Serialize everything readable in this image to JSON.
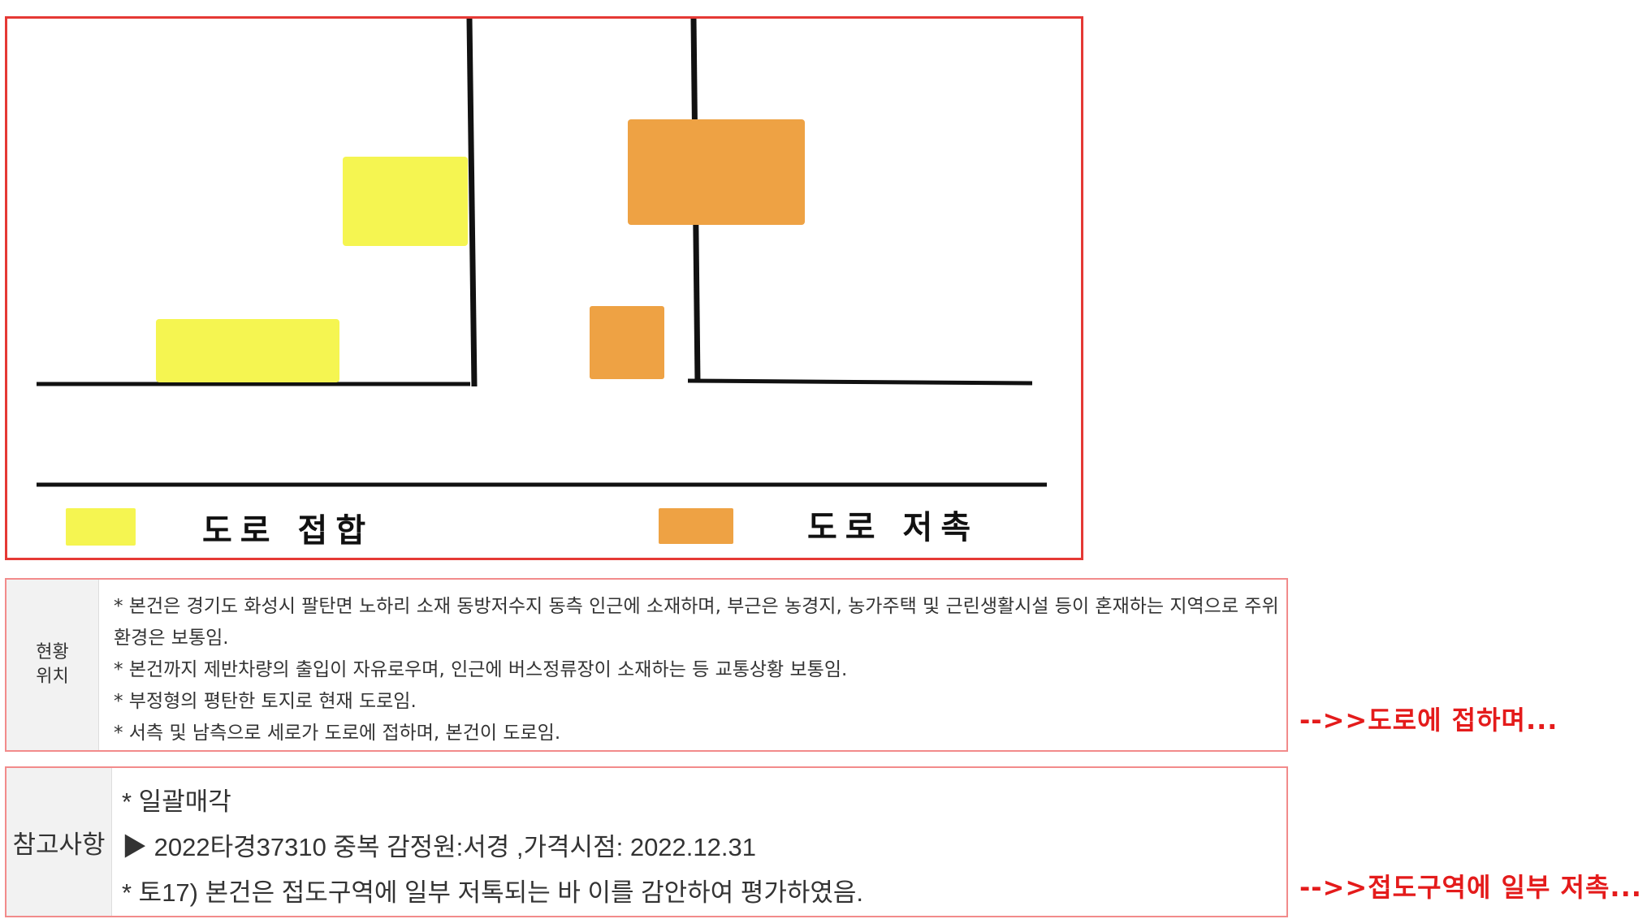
{
  "diagram": {
    "legend": [
      {
        "label": "도로 접합",
        "color": "#f5f551"
      },
      {
        "label": "도로 저촉",
        "color": "#eea244"
      }
    ],
    "line_color": "#111111",
    "frame_color": "#e53935"
  },
  "status_section": {
    "header_line1": "현황",
    "header_line2": "위치",
    "lines": [
      "* 본건은 경기도 화성시 팔탄면 노하리 소재 동방저수지 동측 인근에 소재하며, 부근은 농경지, 농가주택 및 근린생활시설 등이 혼재하는 지역으로 주위",
      "환경은 보통임.",
      "* 본건까지 제반차량의 출입이 자유로우며, 인근에 버스정류장이 소재하는 등 교통상황 보통임.",
      "* 부정형의 평탄한 토지로 현재 도로임.",
      "* 서측 및 남측으로 세로가 도로에 접하며, 본건이 도로임."
    ]
  },
  "notes_section": {
    "header": "참고사항",
    "lines": [
      "* 일괄매각",
      "▶ 2022타경37310 중복 감정원:서경 ,가격시점: 2022.12.31",
      "* 토17) 본건은 접도구역에 일부 저톡되는 바 이를 감안하여 평가하였음."
    ]
  },
  "annotations": [
    "-->>도로에 접하며...",
    "-->>접도구역에 일부 저촉..."
  ]
}
